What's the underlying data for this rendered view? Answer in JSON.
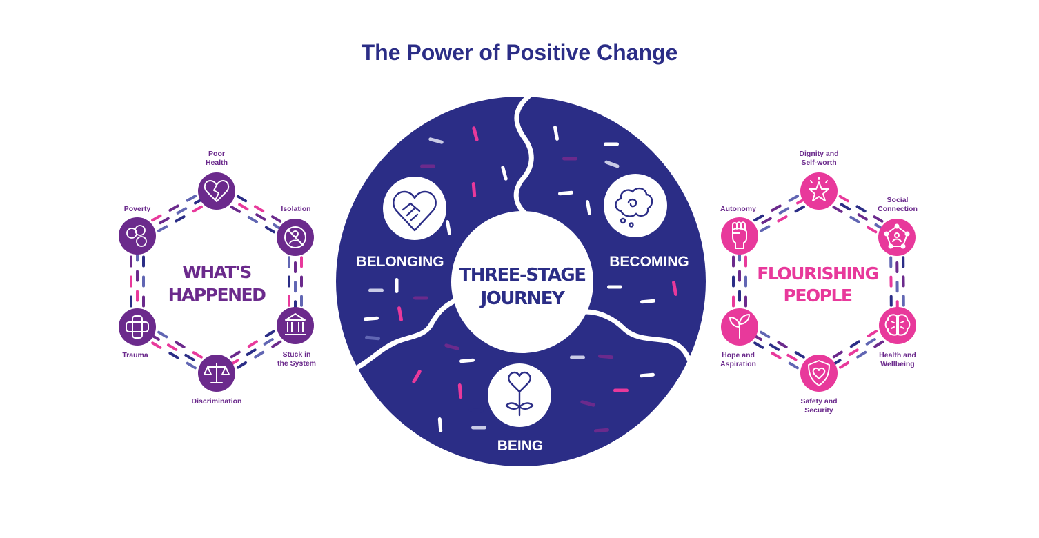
{
  "title": "The Power of Positive Change",
  "colors": {
    "navy": "#2b2d86",
    "purple": "#6b2a8c",
    "pink": "#e8399b",
    "lilac": "#6166b3",
    "white": "#ffffff"
  },
  "left": {
    "title_line1": "WHAT'S",
    "title_line2": "HAPPENED",
    "nodes": [
      {
        "line1": "Poor",
        "line2": "Health",
        "icon": "broken-heart-icon"
      },
      {
        "line1": "Isolation",
        "line2": "",
        "icon": "isolation-icon"
      },
      {
        "line1": "Stuck in",
        "line2": "the System",
        "icon": "institution-icon"
      },
      {
        "line1": "Discrimination",
        "line2": "",
        "icon": "scales-icon"
      },
      {
        "line1": "Trauma",
        "line2": "",
        "icon": "bandage-icon"
      },
      {
        "line1": "Poverty",
        "line2": "",
        "icon": "coins-icon"
      }
    ]
  },
  "center": {
    "core_line1": "THREE-STAGE",
    "core_line2": "JOURNEY",
    "stages": [
      {
        "label": "BELONGING",
        "icon": "handshake-heart-icon"
      },
      {
        "label": "BECOMING",
        "icon": "thought-cloud-icon"
      },
      {
        "label": "BEING",
        "icon": "heart-flower-icon"
      }
    ]
  },
  "right": {
    "title_line1": "FLOURISHING",
    "title_line2": "PEOPLE",
    "nodes": [
      {
        "line1": "Dignity and",
        "line2": "Self-worth",
        "icon": "star-icon"
      },
      {
        "line1": "Social",
        "line2": "Connection",
        "icon": "network-icon"
      },
      {
        "line1": "Health and",
        "line2": "Wellbeing",
        "icon": "brain-icon"
      },
      {
        "line1": "Safety and",
        "line2": "Security",
        "icon": "shield-heart-icon"
      },
      {
        "line1": "Hope and",
        "line2": "Aspiration",
        "icon": "sprout-icon"
      },
      {
        "line1": "Autonomy",
        "line2": "",
        "icon": "raised-fist-icon"
      }
    ]
  }
}
